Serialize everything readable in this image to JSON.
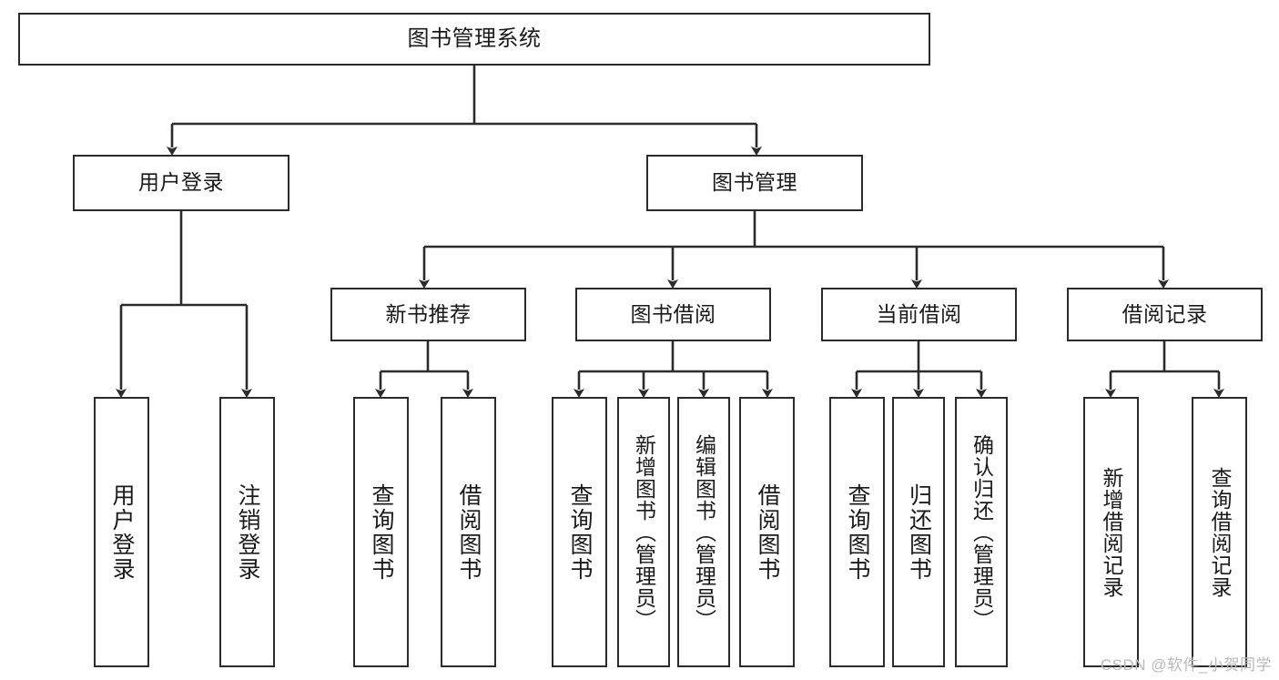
{
  "diagram": {
    "title": "图书管理系统",
    "type": "tree-hierarchy-chart",
    "colors": {
      "box_border": "#2b2b2b",
      "box_fill": "#ffffff",
      "edge": "#2b2b2b",
      "background": "#ffffff",
      "watermark": "#b9b9b9"
    },
    "nodes": {
      "root": {
        "label": "图书管理系统"
      },
      "level2": [
        {
          "id": "user_login",
          "label": "用户登录"
        },
        {
          "id": "book_manage",
          "label": "图书管理"
        }
      ],
      "level3": [
        {
          "id": "new_book_rec",
          "label": "新书推荐"
        },
        {
          "id": "book_borrow",
          "label": "图书借阅"
        },
        {
          "id": "current_borrow",
          "label": "当前借阅"
        },
        {
          "id": "borrow_record",
          "label": "借阅记录"
        }
      ],
      "leaves": {
        "user_login": [
          {
            "id": "leaf_user_login",
            "label": "用户登录"
          },
          {
            "id": "leaf_logout",
            "label": "注销登录"
          }
        ],
        "new_book_rec": [
          {
            "id": "leaf_query_book_1",
            "label": "查询图书"
          },
          {
            "id": "leaf_borrow_book_1",
            "label": "借阅图书"
          }
        ],
        "book_borrow": [
          {
            "id": "leaf_query_book_2",
            "label": "查询图书"
          },
          {
            "id": "leaf_add_book",
            "label": "新增图书（管理员）"
          },
          {
            "id": "leaf_edit_book",
            "label": "编辑图书（管理员）"
          },
          {
            "id": "leaf_borrow_book_2",
            "label": "借阅图书"
          }
        ],
        "current_borrow": [
          {
            "id": "leaf_query_book_3",
            "label": "查询图书"
          },
          {
            "id": "leaf_return_book",
            "label": "归还图书"
          },
          {
            "id": "leaf_confirm_return",
            "label": "确认归还（管理员）"
          }
        ],
        "borrow_record": [
          {
            "id": "leaf_add_record",
            "label": "新增借阅记录"
          },
          {
            "id": "leaf_query_record",
            "label": "查询借阅记录"
          }
        ]
      }
    },
    "watermark": "CSDN @软件_小贺同学"
  }
}
